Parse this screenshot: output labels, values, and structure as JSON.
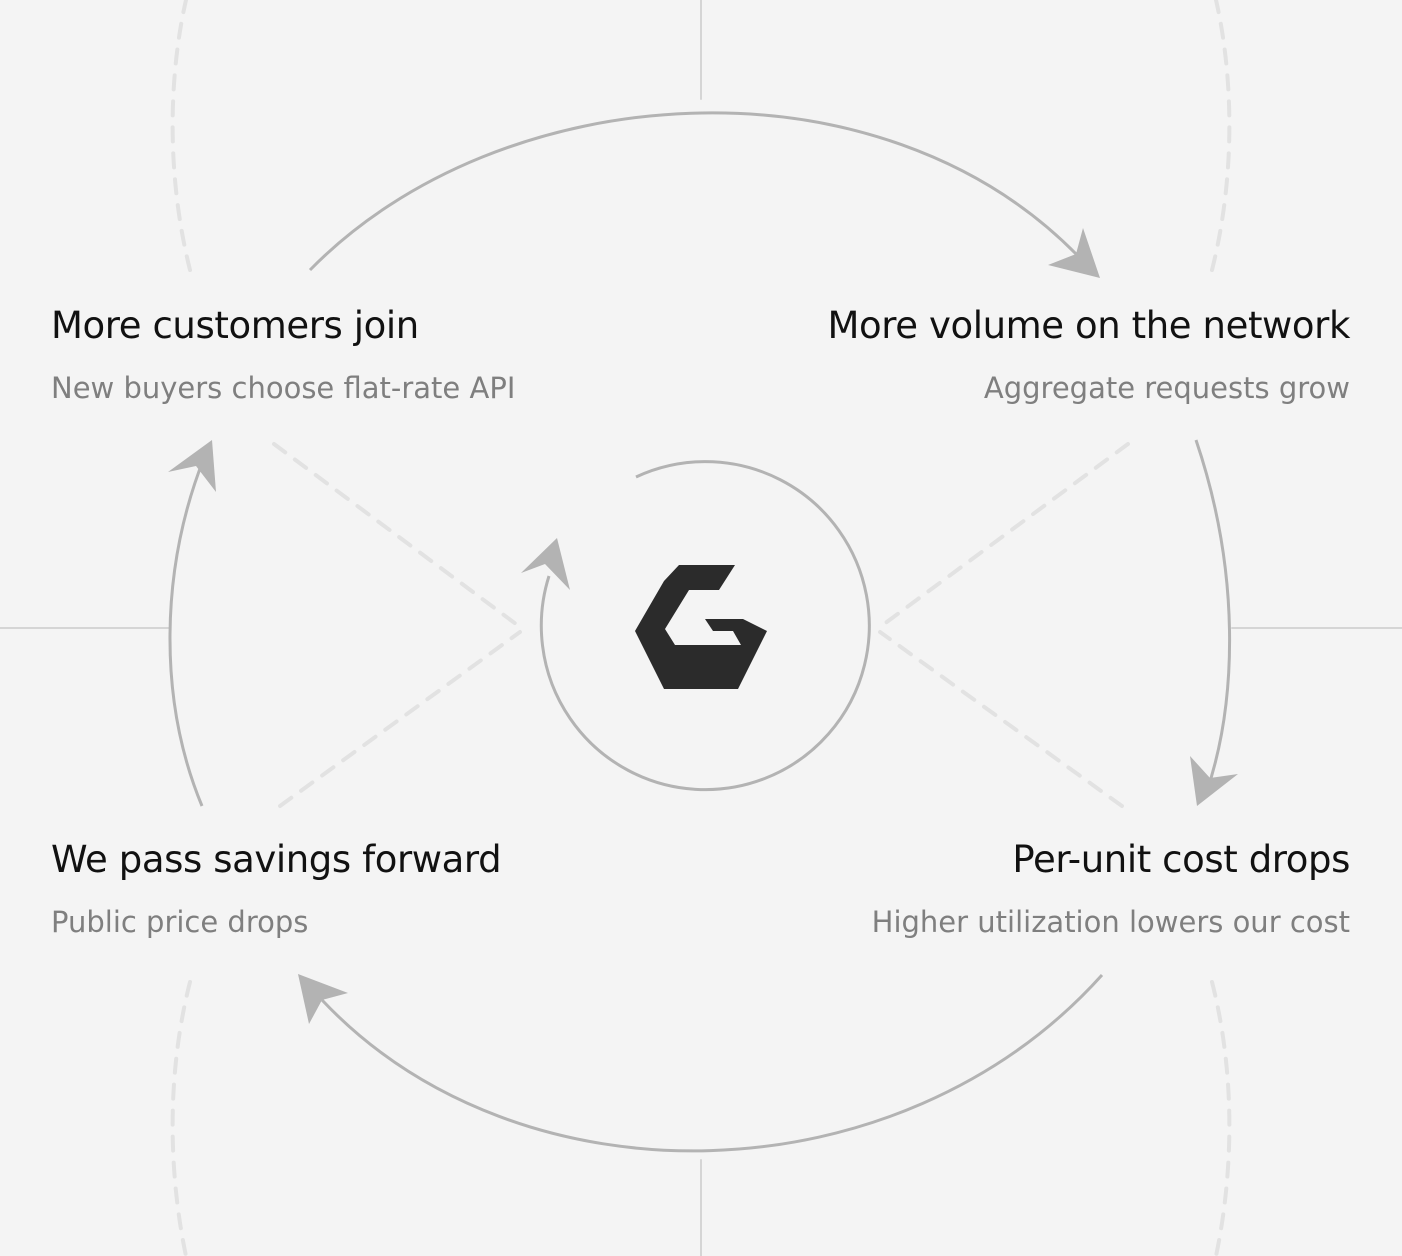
{
  "diagram": {
    "steps": [
      {
        "title": "More customers join",
        "subtitle": "New buyers choose flat-rate API"
      },
      {
        "title": "More volume on the network",
        "subtitle": "Aggregate requests grow"
      },
      {
        "title": "Per-unit cost drops",
        "subtitle": "Higher utilization lowers our cost"
      },
      {
        "title": "We pass savings forward",
        "subtitle": "Public price drops"
      }
    ],
    "center_logo": "hexagon-g-logo",
    "colors": {
      "background": "#f4f4f4",
      "title": "#111111",
      "subtitle": "#7f7f7f",
      "arrow": "#b3b3b3",
      "dashed": "#e2e2e2",
      "logo": "#2b2b2b"
    }
  }
}
